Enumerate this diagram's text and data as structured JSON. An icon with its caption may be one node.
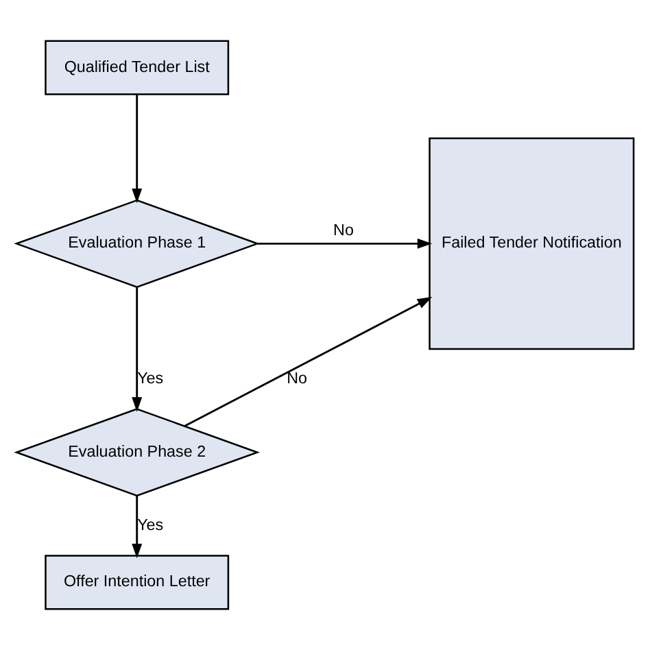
{
  "diagram": {
    "nodes": [
      {
        "text": [
          "Qualified Tender List"
        ]
      },
      {
        "text": [
          "Evaluation Phase 1"
        ]
      },
      {
        "text": [
          "Evaluation Phase 2"
        ]
      },
      {
        "text": [
          "Offer Intention Letter"
        ]
      },
      {
        "text": [
          "Failed Tender Notification"
        ]
      }
    ],
    "edges": [
      {
        "from": 0,
        "to": 1,
        "arrow": "to"
      },
      {
        "from": 1,
        "to": 4,
        "arrow": "to",
        "label": "No"
      },
      {
        "from": 1,
        "to": 2,
        "arrow": "to",
        "label": "Yes"
      },
      {
        "from": 2,
        "to": 4,
        "arrow": "to",
        "label": "No"
      },
      {
        "from": 2,
        "to": 3,
        "arrow": "to",
        "label": "Yes"
      }
    ]
  }
}
